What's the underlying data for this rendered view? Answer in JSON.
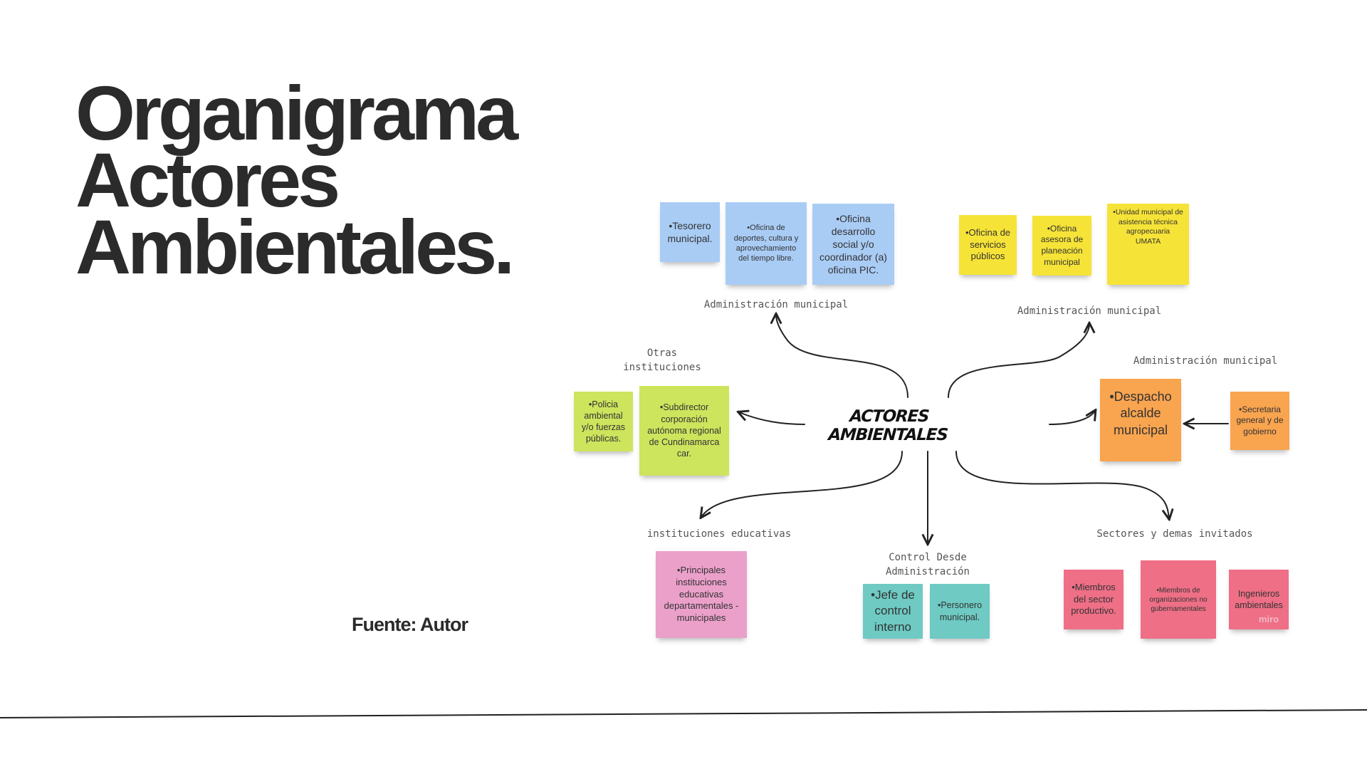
{
  "slide": {
    "title_lines": [
      "Organigrama",
      "Actores",
      "Ambientales."
    ],
    "source": "Fuente: Autor"
  },
  "diagram": {
    "center": "ACTORES AMBIENTALES",
    "labels": {
      "admin_top_left": "Administración municipal",
      "admin_top_right": "Administración municipal",
      "admin_right": "Administración municipal",
      "otras": "Otras\ninstituciones",
      "educativas": "instituciones educativas",
      "control": "Control Desde\nAdministración",
      "sectores": "Sectores y demas invitados"
    },
    "notes": {
      "tesorero": "•Tesorero municipal.",
      "deportes": "•Oficina de deportes, cultura y aprovechamiento del tiempo libre.",
      "desarrollo": "•Oficina desarrollo social y/o coordinador (a) oficina PIC.",
      "servicios": "•Oficina de servicios públicos",
      "asesora": "•Oficina asesora de planeación municipal",
      "umata": "•Unidad municipal de asistencia técnica agropecuaria UMATA",
      "despacho": "•Despacho alcalde municipal",
      "secretaria": "•Secretaria general y de gobierno",
      "policia": "•Policia ambiental y/o fuerzas públicas.",
      "subdirector": "•Subdirector corporación autónoma regional de Cundinamarca car.",
      "principales": "•Principales instituciones educativas departamentales - municipales",
      "jefe": "•Jefe de control interno",
      "personero": "•Personero municipal.",
      "miembros_sector": "•Miembros del sector productivo.",
      "miembros_org": "•Miembros de organizaciones no gubernamentales",
      "ingenieros": "Ingenieros ambientales"
    },
    "watermark": "miro",
    "colors": {
      "blue": "#a9ccf5",
      "yellow": "#f6e337",
      "green": "#cde45d",
      "orange": "#f9a44f",
      "pink": "#eba0ca",
      "teal": "#6ecac3",
      "red": "#ee6f86"
    }
  }
}
